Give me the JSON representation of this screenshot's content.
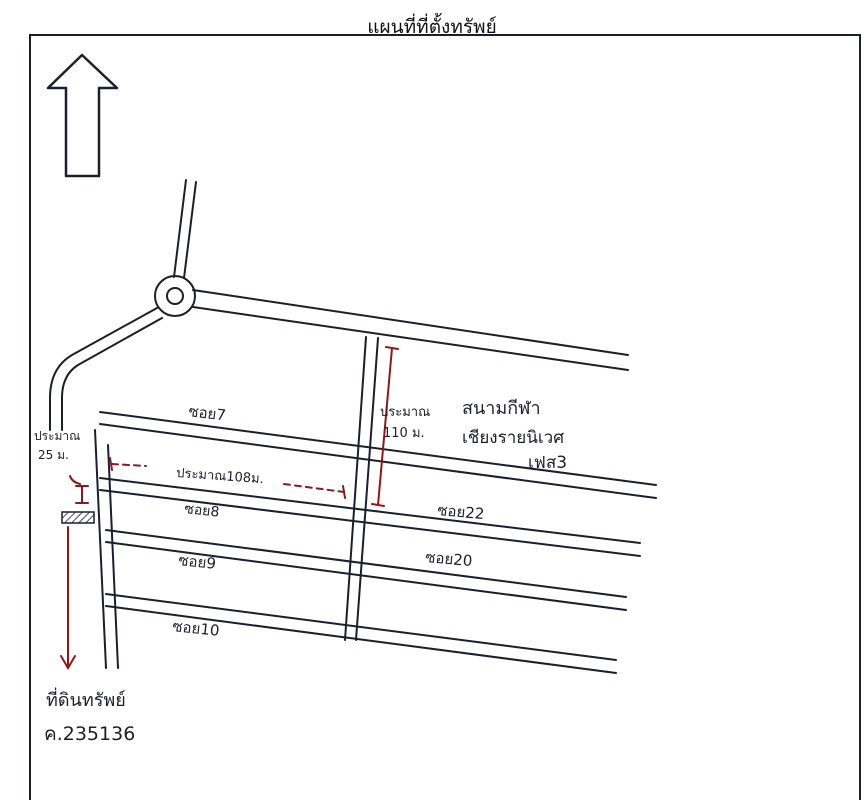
{
  "title": "แผนที่ที่ตั้งทรัพย์",
  "labels": {
    "soi7": "ซอย7",
    "soi8": "ซอย8",
    "soi9": "ซอย9",
    "soi10": "ซอย10",
    "soi22": "ซอย22",
    "soi20": "ซอย20",
    "approx_110": "ประมาณ",
    "approx_110_value": "110 ม.",
    "approx_25": "ประมาณ",
    "approx_25_value": "25 ม.",
    "approx_108": "ประมาณ108ม.",
    "landmark_line1": "สนามกีฬา",
    "landmark_line2": "เชียงรายนิเวศ",
    "landmark_line3": "เฟส3",
    "property_label_1": "ที่ดินทรัพย์",
    "property_label_2": "ค.235136"
  },
  "icons": [
    "north-arrow-icon",
    "roundabout-icon",
    "property-marker-icon"
  ],
  "colors": {
    "dimension_line": "#8b1a1a",
    "ink": "#1d1d30"
  }
}
